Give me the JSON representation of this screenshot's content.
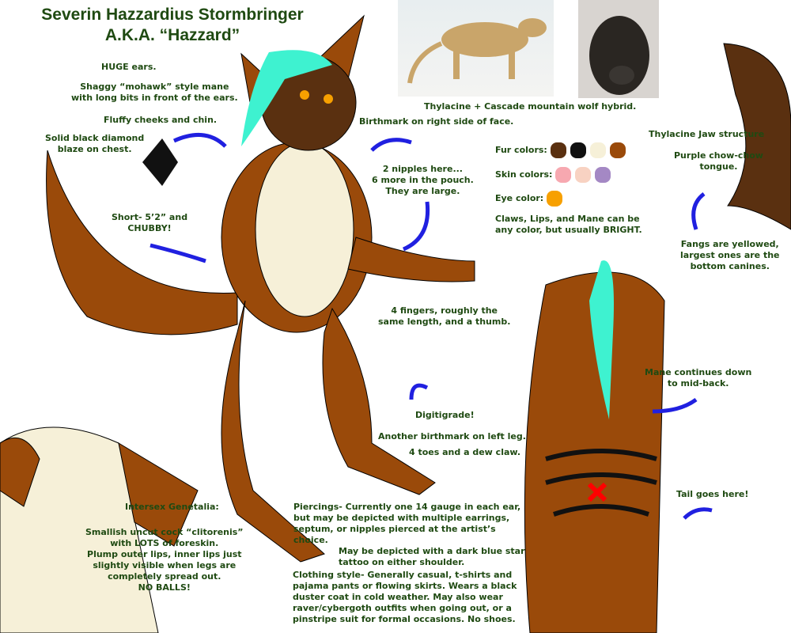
{
  "title": {
    "line1": "Severin Hazzardius Stormbringer",
    "line2": "A.K.A. “Hazzard”"
  },
  "notes": {
    "ears": "HUGE ears.",
    "mane": "Shaggy “mohawk” style mane\nwith long bits in front of the ears.",
    "cheeks": "Fluffy cheeks and chin.",
    "blaze": "Solid black diamond\nblaze on chest.",
    "height": "Short- 5’2” and\nCHUBBY!",
    "hybrid": "Thylacine + Cascade mountain wolf hybrid.",
    "birthmark_face": "Birthmark on right side of face.",
    "nipples": "2 nipples here...\n6 more in the pouch.\nThey are large.",
    "jaw": "Thylacine Jaw structure",
    "tongue": "Purple chow-chow\ntongue.",
    "fangs": "Fangs are yellowed,\nlargest ones are the\nbottom canines.",
    "fingers": "4 fingers, roughly the\nsame length, and a thumb.",
    "mane_back": "Mane continues down\nto mid-back.",
    "digitigrade": "Digitigrade!",
    "birthmark_leg": "Another birthmark on left leg.",
    "toes": "4 toes and a dew claw.",
    "tail": "Tail goes here!",
    "genitalia_title": "Intersex Genetalia:",
    "genitalia": "Smallish uncut cock “clitorenis”\nwith LOTS of foreskin.\nPlump outer lips,  inner lips just\nslightly visible when legs are\ncompletely spread out.\nNO BALLS!",
    "piercings": "Piercings- Currently one 14 gauge in each ear,\nbut may be depicted with multiple earrings,\n   septum, or nipples pierced at the artist’s\n         choice.",
    "tattoo": "May be depicted with a dark blue star\ntattoo on either shoulder.",
    "clothing": "Clothing style- Generally casual, t-shirts and\npajama pants or flowing skirts. Wears a black\nduster coat in cold weather. May also wear\nraver/cybergoth outfits when going out, or a\npinstripe suit for formal occasions. No shoes."
  },
  "palette": {
    "fur_label": "Fur colors:",
    "fur": [
      "#5a3010",
      "#111111",
      "#f6f0d8",
      "#9a4a0a"
    ],
    "skin_label": "Skin colors:",
    "skin": [
      "#f7a8b0",
      "#f8d2c2",
      "#a488c4"
    ],
    "eye_label": "Eye color:",
    "eye": [
      "#f7a000"
    ],
    "note": "Claws, Lips, and Mane can be\n      any color, but usually BRIGHT."
  },
  "colors": {
    "text": "#1f4a12",
    "arrow": "#2020e0",
    "fur": "#9a4a0a",
    "dark_fur": "#5a3010",
    "cream": "#f6f0d8",
    "mane": "#3ef2d0"
  }
}
